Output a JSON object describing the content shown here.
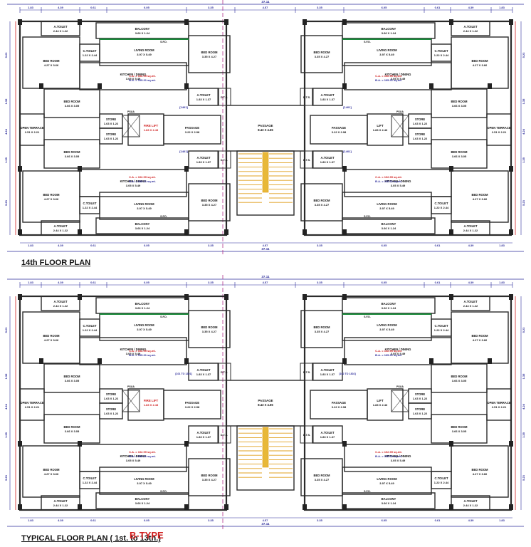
{
  "captions": {
    "top": "14th FLOOR PLAN",
    "bottom": "TYPICAL FLOOR PLAN ( 1st. to 13th.)",
    "type": "B-TYPE"
  },
  "overall_dim": "37.11",
  "top_dims": [
    "1.83",
    "4.39",
    "0.61",
    "6.05",
    "3.35",
    "4.57",
    "3.35",
    "6.05",
    "0.61",
    "4.39",
    "1.83"
  ],
  "side_dims": [
    "5.23",
    "1.35",
    "4.24",
    "1.35",
    "5.23"
  ],
  "rooms": {
    "bed_outer": {
      "name": "BED ROOM",
      "size": "4.27 X 3.66"
    },
    "bed_mid": {
      "name": "BED ROOM",
      "size": "3.66 X 3.05"
    },
    "bed_inner": {
      "name": "BED ROOM",
      "size": "3.35 X 4.27"
    },
    "living": {
      "name": "LIVING ROOM",
      "size": "3.97 X 5.49"
    },
    "kitchen": {
      "name": "KITCHEN / DINING",
      "size": "3.05 X 5.49"
    },
    "balcony": {
      "name": "BALCONY",
      "size": "3.66 X 1.24"
    },
    "toilet_a": {
      "name": "A.TOILET",
      "size": "2.44 X 1.22"
    },
    "toilet_c": {
      "name": "C.TOILET",
      "size": "1.22 X 2.44"
    },
    "toilet_inner": {
      "name": "A.TOILET",
      "size": "1.83 X 1.37"
    },
    "store": {
      "name": "STORE",
      "size": "1.63 X 1.22"
    },
    "passage_main": {
      "name": "PASSAGE",
      "size": "8.43 X 4.65"
    },
    "passage_side": {
      "name": "PASSAGE",
      "size": "3.22 X 2.98"
    },
    "lift": {
      "name": "LIFT",
      "size": "1.83 X 2.43"
    },
    "fire_lift": {
      "name": "FIRE LIFT",
      "size": "1.83 X 2.43"
    },
    "open_terrace": {
      "name": "OPEN TERRACE",
      "size": "2.51 X 2.21"
    },
    "shaft": "D.T.S.",
    "pipe": "PSUA",
    "sfd": "S.F.D."
  },
  "areas": {
    "ca": "C.A. = 102.99 sq.mt.",
    "ba": "B.A. = 105.31 sq.mt."
  },
  "level_tags": {
    "top": "[1401]",
    "bottom_a": "[101 TO 1301]",
    "bottom_b": "[102 TO 1302]"
  },
  "colors": {
    "wall": "#2b2b2b",
    "red": "#d02020",
    "blue": "#2a2a9a",
    "magenta": "#b0308a",
    "stair": "#e0a020",
    "green": "#1a8a3a"
  }
}
